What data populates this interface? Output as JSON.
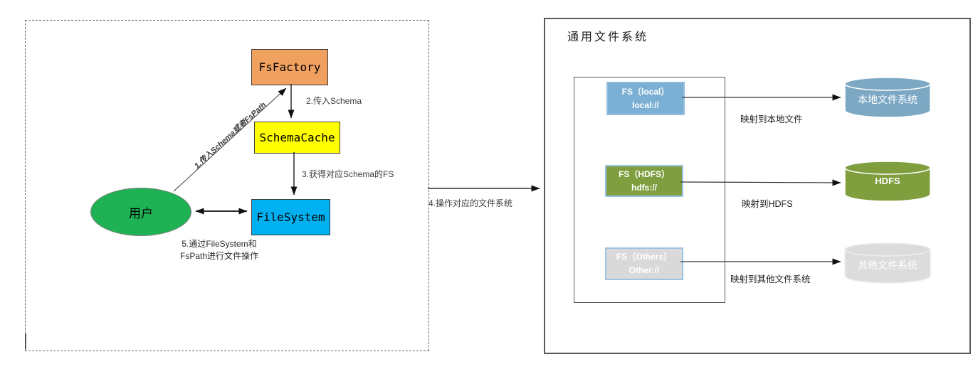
{
  "left_panel": {
    "nodes": {
      "fs_factory": "FsFactory",
      "schema_cache": "SchemaCache",
      "file_system": "FileSystem",
      "user": "用户"
    },
    "labels": {
      "step1": "1.传入Schema或者FsPath",
      "step2": "2.传入Schema",
      "step3": "3.获得对应Schema的FS",
      "step5": "5.通过FileSystem和\nFsPath进行文件操作"
    }
  },
  "bridge": {
    "step4": "4.操作对应的文件系统"
  },
  "right_panel": {
    "title": "通用文件系统",
    "rows": [
      {
        "box_line1": "FS（local）",
        "box_line2": "local://",
        "map_label": "映射到本地文件",
        "target": "本地文件系统"
      },
      {
        "box_line1": "FS（HDFS）",
        "box_line2": "hdfs://",
        "map_label": "映射到HDFS",
        "target": "HDFS"
      },
      {
        "box_line1": "FS（Others）",
        "box_line2": "Other://",
        "map_label": "映射到其他文件系统",
        "target": "其他文件系统"
      }
    ]
  },
  "colors": {
    "fs_factory": "#F0A05F",
    "schema_cache": "#FFFF00",
    "file_system": "#00B0F0",
    "user_ellipse": "#1FB254",
    "local_box": "#7BAFD3",
    "hdfs_box": "#7E9E3F",
    "others_box": "#D9D9D9",
    "local_cylinder": "#7CA8C4",
    "hdfs_cylinder": "#7F9E3E",
    "others_cylinder": "#DCDCDC"
  }
}
